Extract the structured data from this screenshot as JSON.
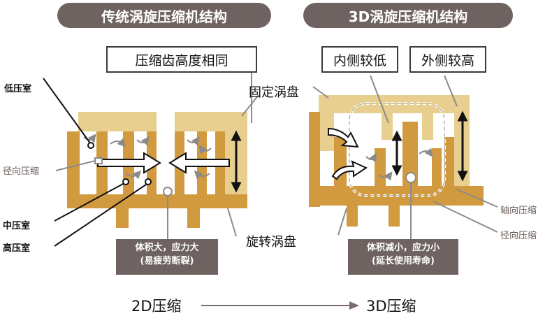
{
  "left": {
    "title": "传统涡旋压缩机结构",
    "label_same_height": "压缩齿高度相同",
    "label_low_chamber": "低压室",
    "label_radial": "径向压缩",
    "label_mid_chamber": "中压室",
    "label_high_chamber": "高压室",
    "note_line1": "体积大，应力大",
    "note_line2": "(易疲劳断裂)"
  },
  "right": {
    "title": "3D涡旋压缩机结构",
    "label_inner_low": "内侧较低",
    "label_outer_high": "外侧较高",
    "label_axial": "轴向压缩",
    "label_radial": "径向压缩",
    "note_line1": "体积减小，应力小",
    "note_line2": "(延长使用寿命)"
  },
  "shared": {
    "label_fixed_scroll": "固定涡盘",
    "label_orbiting_scroll": "旋转涡盘"
  },
  "bottom": {
    "label_2d": "2D压缩",
    "label_3d": "3D压缩"
  },
  "colors": {
    "fixed_scroll": "#e9cf8f",
    "orbiting_scroll": "#d29a3e",
    "pill_bg": "#6e6360"
  }
}
